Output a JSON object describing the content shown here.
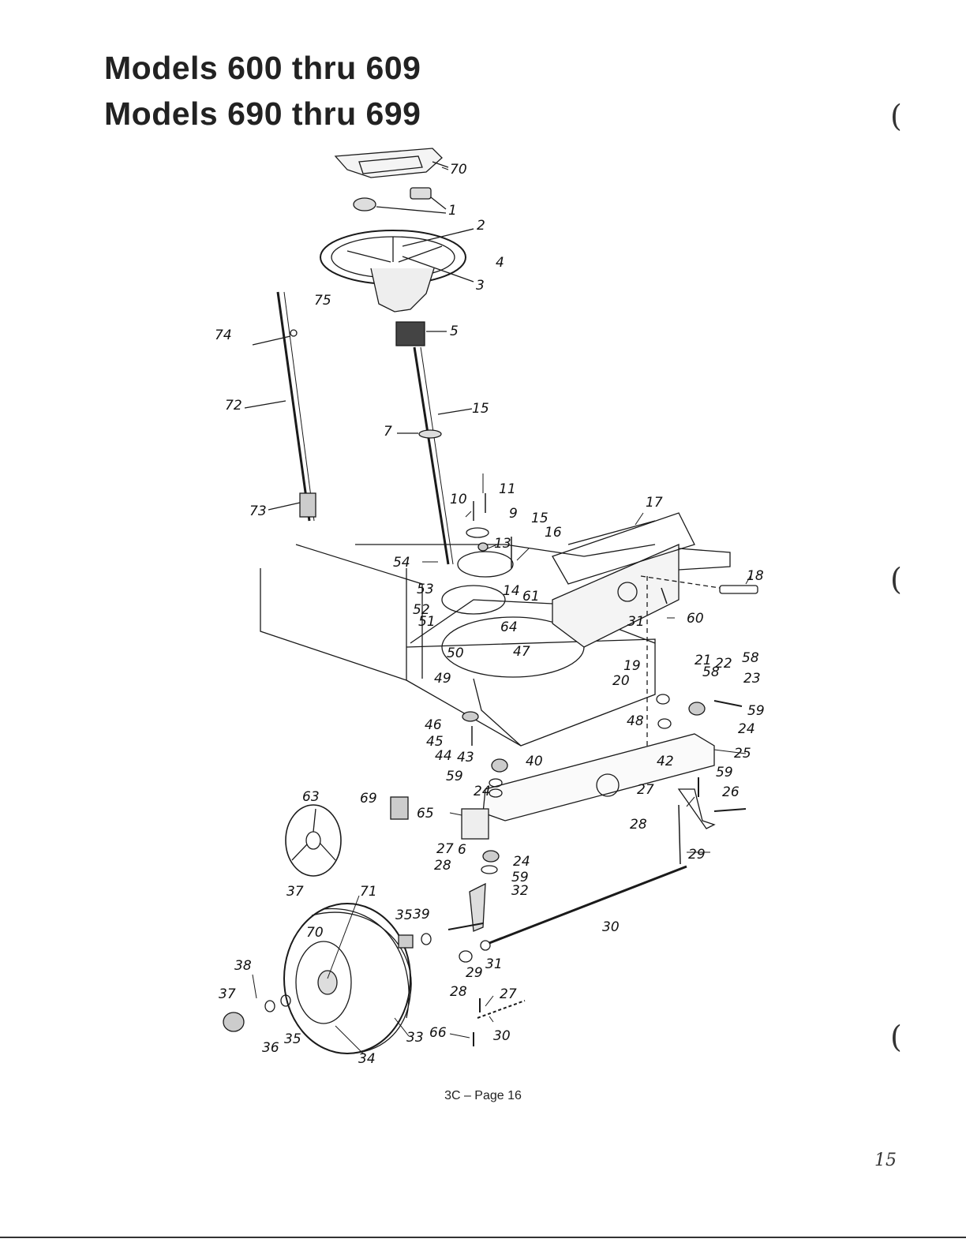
{
  "document": {
    "title_line1": "Models 600 thru 609",
    "title_line2": "Models 690 thru 699",
    "footer": "3C – Page 16",
    "corner_note": "15"
  },
  "callouts": [
    "70",
    "1",
    "2",
    "4",
    "3",
    "75",
    "74",
    "5",
    "15",
    "72",
    "7",
    "11",
    "10",
    "9",
    "15",
    "16",
    "17",
    "73",
    "13",
    "54",
    "53",
    "14",
    "61",
    "52",
    "51",
    "18",
    "60",
    "31",
    "64",
    "47",
    "50",
    "49",
    "21",
    "22",
    "58",
    "58",
    "19",
    "20",
    "23",
    "59",
    "48",
    "24",
    "46",
    "45",
    "44",
    "43",
    "42",
    "25",
    "40",
    "59",
    "24",
    "69",
    "63",
    "65",
    "27",
    "28",
    "59",
    "26",
    "6",
    "27",
    "24",
    "28",
    "59",
    "32",
    "29",
    "37",
    "71",
    "35",
    "39",
    "30",
    "70",
    "38",
    "31",
    "29",
    "37",
    "28",
    "27",
    "36",
    "35",
    "34",
    "33",
    "66",
    "30"
  ]
}
